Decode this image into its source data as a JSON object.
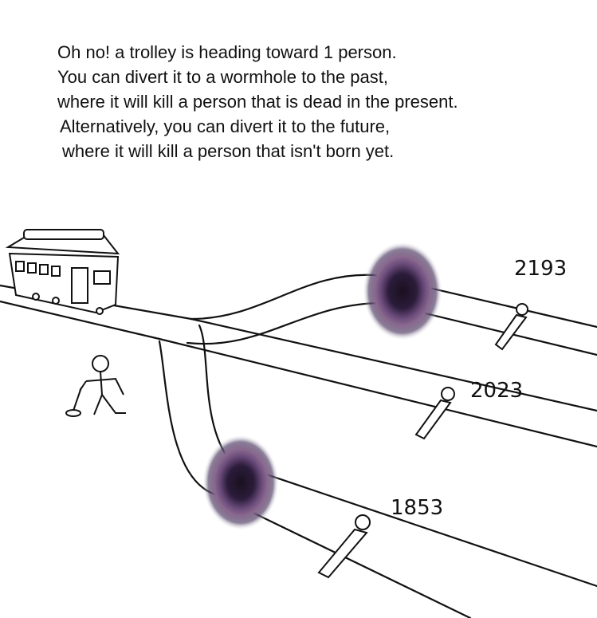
{
  "caption": {
    "lines": [
      "Oh no! a trolley is heading toward 1 person.",
      "You can divert it to a wormhole to the past,",
      "where it will kill a person that is dead in the present.",
      "Alternatively, you can divert it to the future,",
      "where it will kill a person that isn't born yet."
    ]
  },
  "tracks": {
    "future_year": "2193",
    "present_year": "2023",
    "past_year": "1853"
  }
}
